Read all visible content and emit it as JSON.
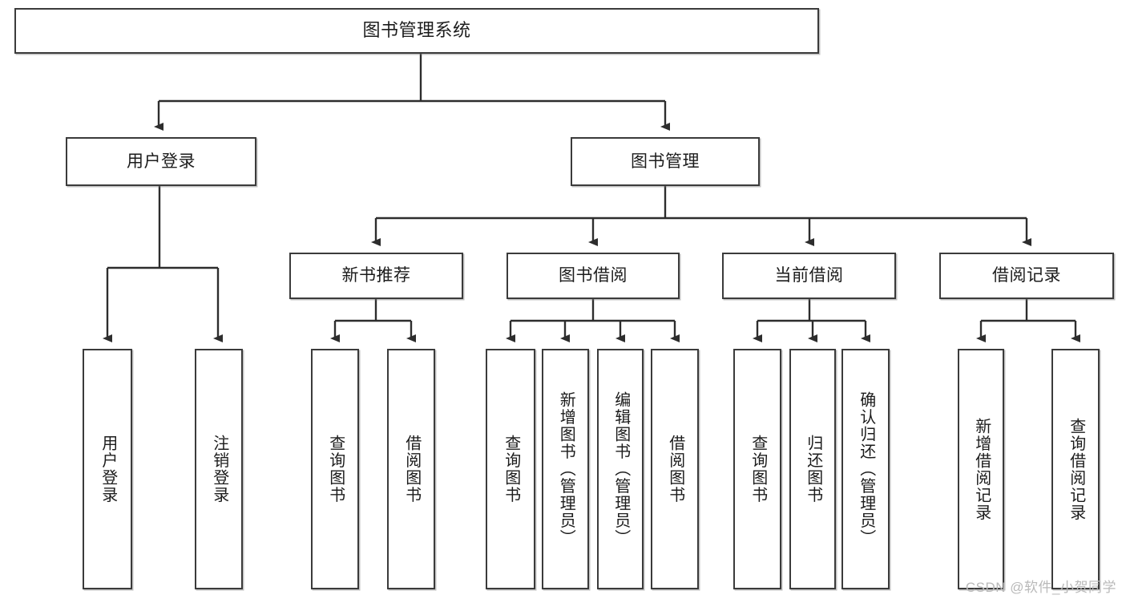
{
  "diagram": {
    "type": "tree-hierarchy-flowchart",
    "title": "图书管理系统",
    "watermark": "CSDN @软件_小贺同学",
    "colors": {
      "box_border": "#3b3b3b",
      "box_fill": "#ffffff",
      "connector": "#2d2d2d",
      "text": "#1c1c1c",
      "watermark": "#b9b9b9",
      "background": "#ffffff"
    },
    "nodes": {
      "root": {
        "label": "图书管理系统"
      },
      "level2": [
        {
          "label": "用户登录"
        },
        {
          "label": "图书管理"
        }
      ],
      "level3": [
        {
          "label": "新书推荐"
        },
        {
          "label": "图书借阅"
        },
        {
          "label": "当前借阅"
        },
        {
          "label": "借阅记录"
        }
      ],
      "leaves": {
        "user_login": [
          {
            "label": "用户登录"
          },
          {
            "label": "注销登录"
          }
        ],
        "new_book_recommend": [
          {
            "label": "查询图书"
          },
          {
            "label": "借阅图书"
          }
        ],
        "book_borrow": [
          {
            "label": "查询图书"
          },
          {
            "label": "新增图书（管理员）"
          },
          {
            "label": "编辑图书（管理员）"
          },
          {
            "label": "借阅图书"
          }
        ],
        "current_borrow": [
          {
            "label": "查询图书"
          },
          {
            "label": "归还图书"
          },
          {
            "label": "确认归还（管理员）"
          }
        ],
        "borrow_record": [
          {
            "label": "新增借阅记录"
          },
          {
            "label": "查询借阅记录"
          }
        ]
      }
    }
  }
}
